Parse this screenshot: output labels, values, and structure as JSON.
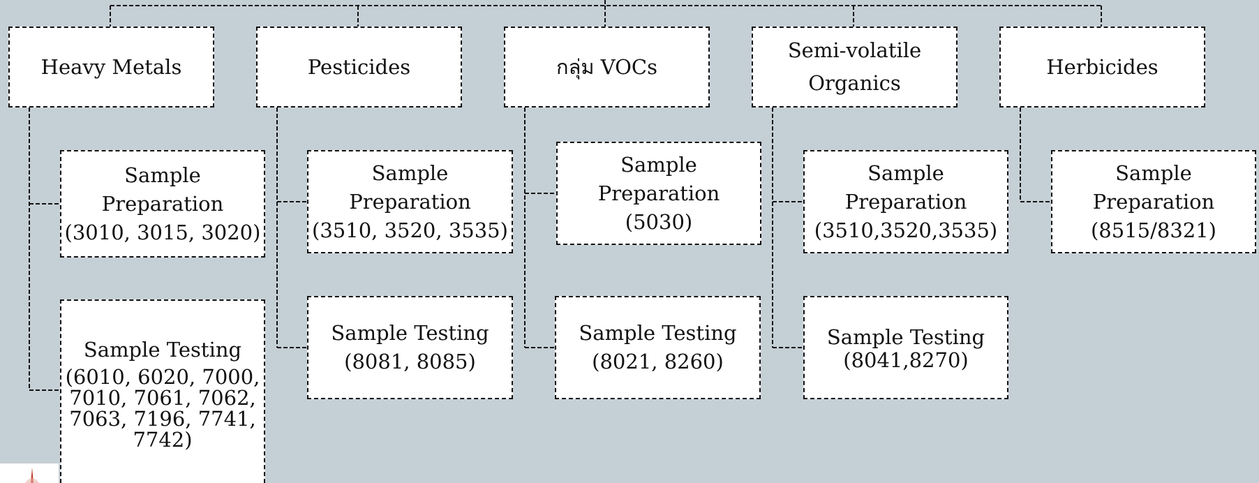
{
  "categories": [
    {
      "name": "Heavy Metals",
      "prep_title": "Sample Preparation",
      "prep_methods": "(3010, 3015, 3020)",
      "test_title": "Sample Testing",
      "test_methods": "(6010, 6020, 7000, 7010, 7061, 7062, 7063, 7196, 7741, 7742)"
    },
    {
      "name": "Pesticides",
      "prep_title": "Sample Preparation",
      "prep_methods": "(3510, 3520, 3535)",
      "test_title": "Sample Testing",
      "test_methods": "(8081, 8085)"
    },
    {
      "name": "กลุ่ม VOCs",
      "prep_title": "Sample Preparation",
      "prep_methods": "(5030)",
      "test_title": "Sample Testing",
      "test_methods": "(8021, 8260)"
    },
    {
      "name": "Semi-volatile Organics",
      "prep_title": "Sample Preparation",
      "prep_methods": "(3510,3520,3535)",
      "test_title": "Sample Testing",
      "test_methods": "(8041,8270)"
    },
    {
      "name": "Herbicides",
      "prep_title": "Sample Preparation",
      "prep_methods": "(8515/8321)"
    }
  ],
  "colors": {
    "background": "#c5cfd6",
    "box": "#ffffff",
    "border": "#111111",
    "logo_accent": "#c0392b"
  },
  "icons": [
    "logo-icon"
  ]
}
